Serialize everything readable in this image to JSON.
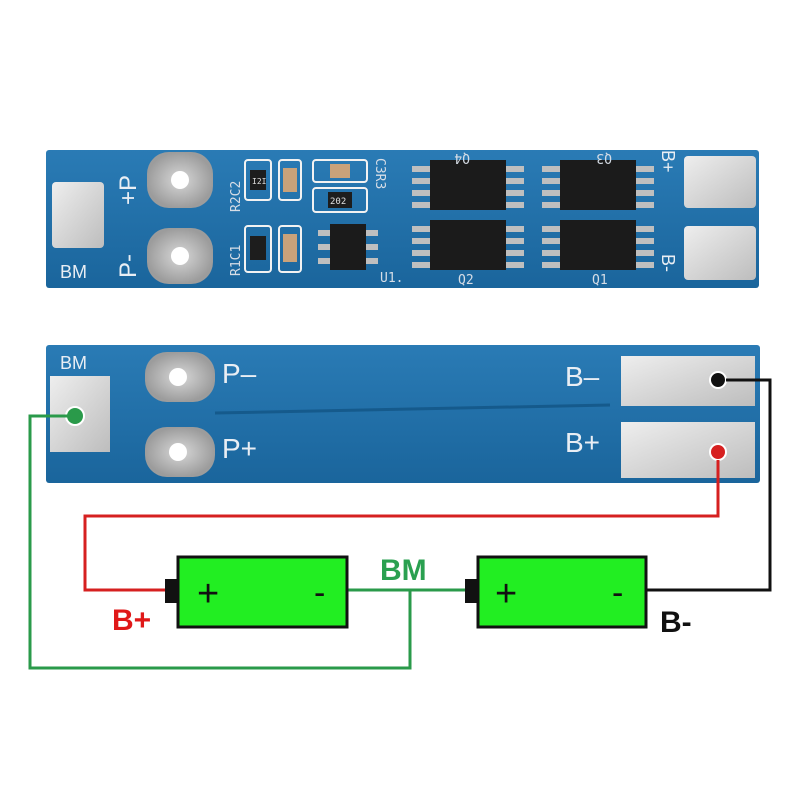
{
  "top_board": {
    "pad_labels": {
      "bm": "BM",
      "p_plus": "+P",
      "p_minus": "P-",
      "b_plus": "B+",
      "b_minus": "B-"
    },
    "components": {
      "r1c1": "R1C1",
      "r2c2": "R2C2",
      "c3r3": "C3R3",
      "u1": "U1.",
      "q1": "Q1",
      "q2": "Q2",
      "q3": "Q3",
      "q4": "Q4",
      "resistor_code_1": "I2I",
      "resistor_code_2": "202"
    }
  },
  "bottom_board": {
    "labels": {
      "bm": "BM",
      "p_minus": "P–",
      "p_plus": "P+",
      "b_minus": "B–",
      "b_plus": "B+"
    }
  },
  "wiring": {
    "bm_label": "BM",
    "b_plus_label": "B+",
    "b_minus_label": "B-",
    "battery_1": {
      "plus": "+",
      "minus": "-"
    },
    "battery_2": {
      "plus": "+",
      "minus": "-"
    }
  },
  "colors": {
    "pcb": "#1f6fa8",
    "pcb_dark": "#155a8c",
    "battery": "#22ee22",
    "wire_red": "#d62020",
    "wire_green": "#2a9a4a",
    "wire_black": "#111111",
    "label_red": "#e01818",
    "label_green": "#2aa050"
  }
}
